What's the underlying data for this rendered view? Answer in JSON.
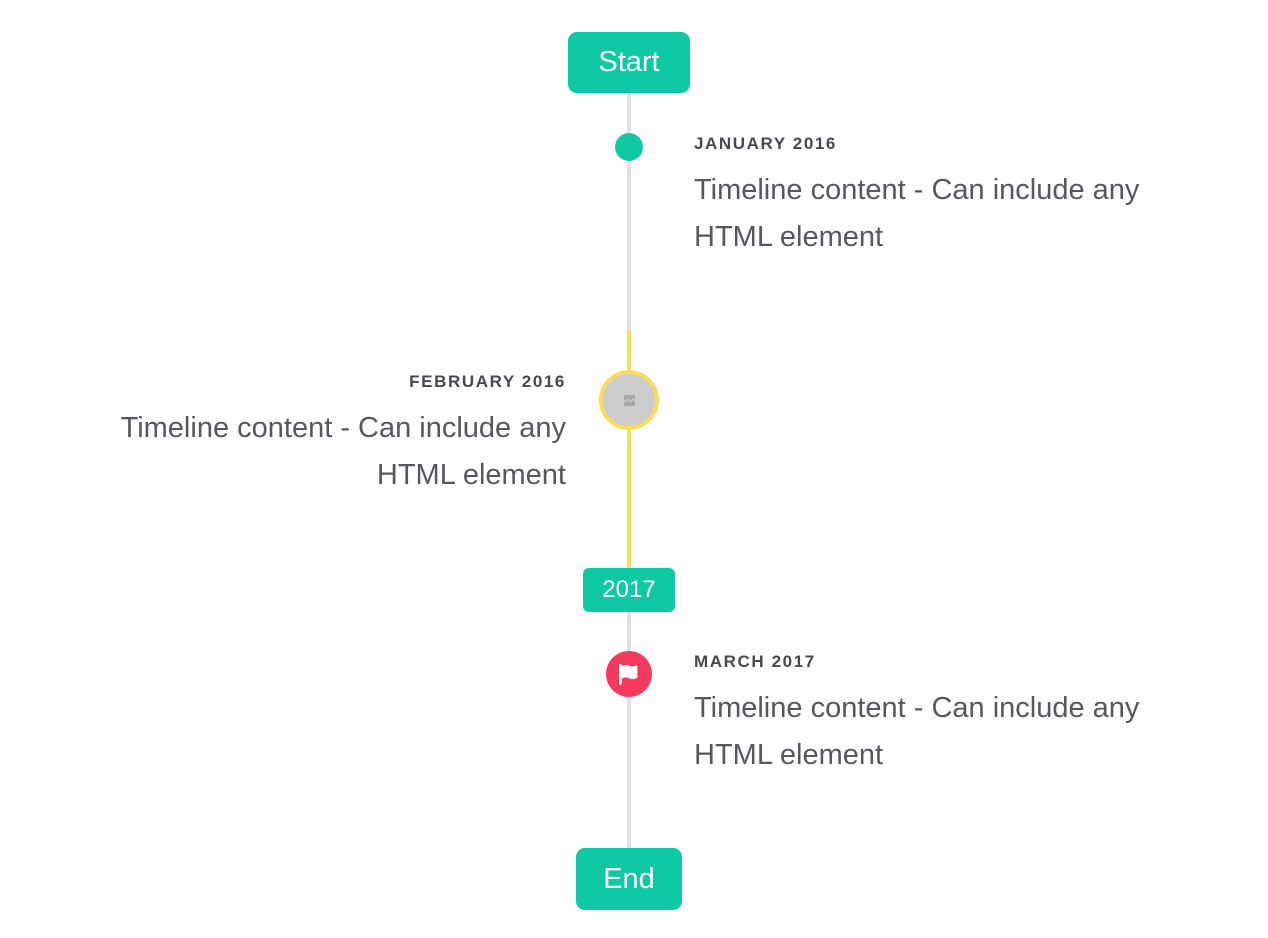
{
  "timeline": {
    "start_badge": "Start",
    "year_badge": "2017",
    "end_badge": "End",
    "items": [
      {
        "date": "JANUARY 2016",
        "content": "Timeline content - Can include any HTML element",
        "side": "right",
        "marker": "teal-dot"
      },
      {
        "date": "FEBRUARY 2016",
        "content": "Timeline content - Can include any HTML element",
        "side": "left",
        "marker": "broken-image-circle"
      },
      {
        "date": "MARCH 2017",
        "content": "Timeline content - Can include any HTML element",
        "side": "right",
        "marker": "flag-circle"
      }
    ],
    "colors": {
      "teal": "#0fc8a4",
      "yellow": "#fbdc5b",
      "red": "#f43b5e",
      "gray_line": "#e1e1e3",
      "gray_circle": "#cdcdcd",
      "date_text": "#47494e",
      "content_text": "#55585f",
      "page_bg": "#ffffff"
    }
  }
}
